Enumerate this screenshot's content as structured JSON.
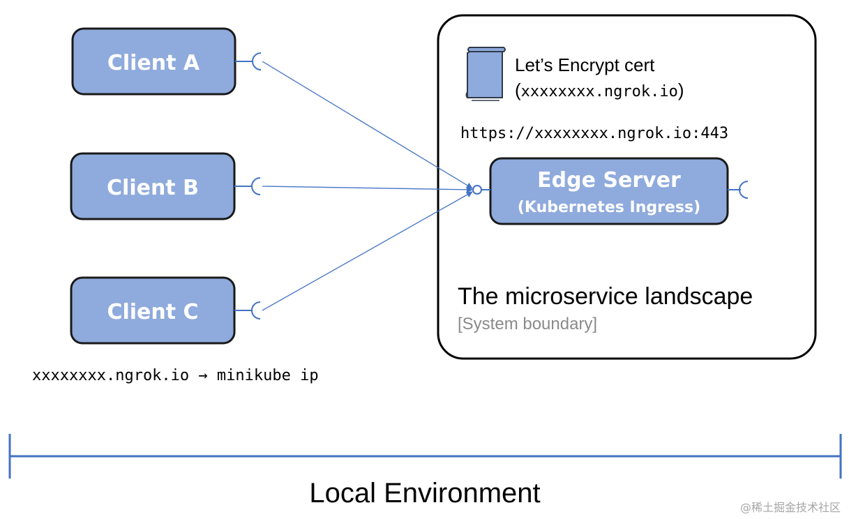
{
  "clients": [
    {
      "label": "Client A"
    },
    {
      "label": "Client B"
    },
    {
      "label": "Client C"
    }
  ],
  "edge_server": {
    "title": "Edge Server",
    "subtitle": "(Kubernetes Ingress)"
  },
  "certificate": {
    "title": "Let’s Encrypt cert",
    "paren_open": "(",
    "domain": "xxxxxxxx.ngrok.io",
    "paren_close": ")",
    "icon": "scroll-icon"
  },
  "endpoint_url": "https://xxxxxxxx.ngrok.io:443",
  "system_boundary": {
    "title": "The microservice landscape",
    "subtitle": "[System boundary]"
  },
  "dns_mapping": "xxxxxxxx.ngrok.io → minikube ip",
  "environment_label": "Local Environment",
  "watermark": "@稀土掘金技术社区",
  "colors": {
    "node_fill": "#8faadc",
    "node_stroke": "#1a1a1a",
    "connector": "#4472c4",
    "boundary_stroke": "#000000"
  }
}
